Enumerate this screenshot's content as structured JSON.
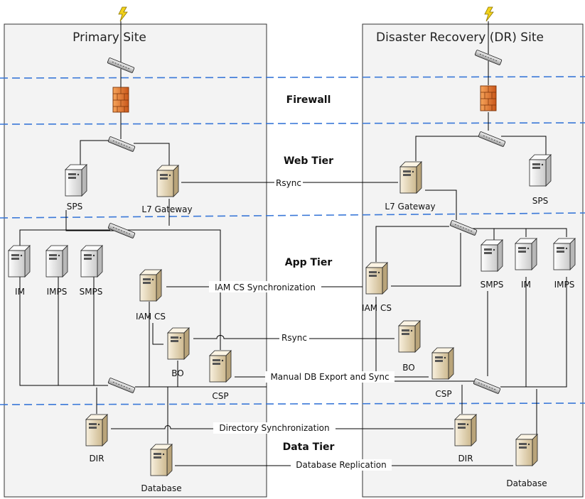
{
  "sites": {
    "primary": {
      "title": "Primary Site"
    },
    "dr": {
      "title": "Disaster Recovery (DR) Site"
    }
  },
  "tiers": {
    "firewall": "Firewall",
    "web": "Web Tier",
    "app": "App Tier",
    "data": "Data Tier"
  },
  "primary": {
    "sps": "SPS",
    "l7": "L7 Gateway",
    "im": "IM",
    "imps": "IMPS",
    "smps": "SMPS",
    "iamcs": "IAM CS",
    "bo": "BO",
    "csp": "CSP",
    "dir": "DIR",
    "db": "Database"
  },
  "dr": {
    "sps": "SPS",
    "l7": "L7 Gateway",
    "im": "IM",
    "imps": "IMPS",
    "smps": "SMPS",
    "iamcs": "IAM CS",
    "bo": "BO",
    "csp": "CSP",
    "dir": "DIR",
    "db": "Database"
  },
  "links": {
    "rsync_web": "Rsync",
    "iamcs_sync": "IAM CS Synchronization",
    "rsync_app": "Rsync",
    "db_export": "Manual DB Export and Sync",
    "dir_sync": "Directory Synchronization",
    "db_repl": "Database Replication"
  },
  "colors": {
    "separator": "#3a78d8",
    "firewall": "#e8762b",
    "lightning": "#f2d21b",
    "server_light": "#ffffff",
    "server_tan": "#efe2c4"
  },
  "icons": {
    "internet": "lightning-icon",
    "switch": "network-switch-icon",
    "firewall": "firewall-icon",
    "server": "server-icon"
  }
}
